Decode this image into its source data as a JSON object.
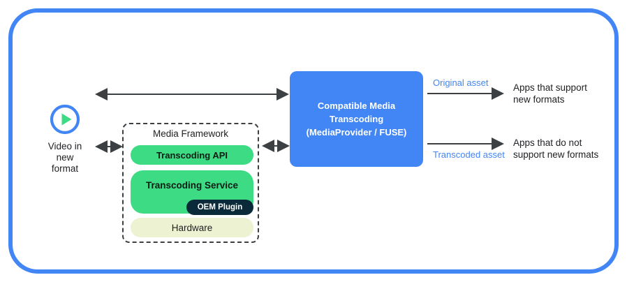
{
  "frame": {
    "border_color": "#4285f4"
  },
  "source": {
    "icon": "play-circle-icon",
    "ring_color": "#4285f4",
    "triangle_color": "#3ddc84",
    "caption": "Video in\nnew\nformat"
  },
  "media_framework": {
    "title": "Media Framework",
    "border_style": "dashed",
    "layers": [
      {
        "label": "Transcoding API",
        "color": "#3ddc84"
      },
      {
        "label": "Transcoding Service",
        "color": "#3ddc84"
      },
      {
        "label": "Hardware",
        "color": "#edf3d2"
      }
    ],
    "badge": {
      "label": "OEM Plugin",
      "color": "#0b2a39"
    }
  },
  "cmt": {
    "label": "Compatible Media\nTranscoding\n(MediaProvider / FUSE)",
    "color": "#4285f4"
  },
  "edges": {
    "source_to_framework": {
      "name": "video-to-framework-arrow",
      "direction": "bidirectional"
    },
    "source_to_cmt": {
      "name": "video-to-cmt-arrow",
      "direction": "bidirectional"
    },
    "framework_to_cmt": {
      "name": "framework-to-cmt-arrow",
      "direction": "bidirectional"
    },
    "original_asset": {
      "label": "Original asset",
      "direction": "right",
      "color": "#4285f4"
    },
    "transcoded_asset": {
      "label": "Transcoded asset",
      "direction": "right",
      "color": "#4285f4"
    }
  },
  "consumers": [
    {
      "label": "Apps that support\nnew formats"
    },
    {
      "label": "Apps that do not\nsupport new formats"
    }
  ]
}
